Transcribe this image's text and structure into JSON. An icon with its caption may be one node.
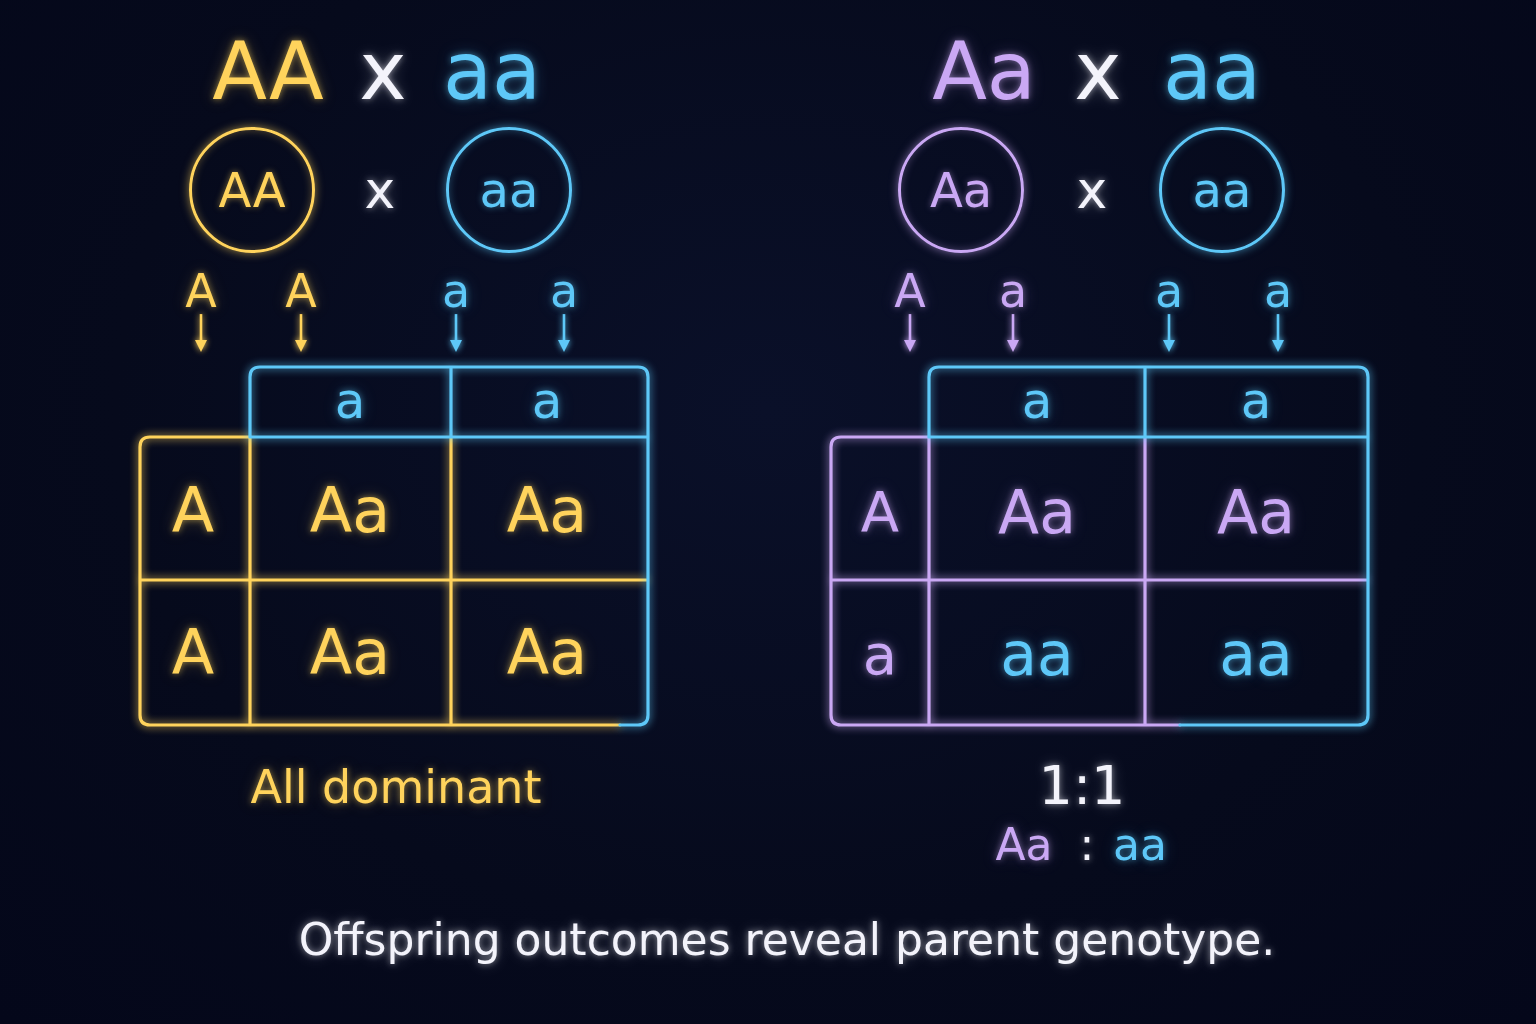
{
  "diagram": {
    "caption": "Offspring outcomes reveal parent genotype.",
    "nodes": [
      {
        "text": [
          "AA"
        ]
      },
      {
        "text": [
          "aa"
        ]
      },
      {
        "text": [
          "Aa"
        ]
      },
      {
        "text": [
          "aa"
        ]
      },
      {
        "text": [
          "A"
        ]
      },
      {
        "text": [
          "A"
        ]
      },
      {
        "text": [
          "a"
        ]
      },
      {
        "text": [
          "a"
        ]
      },
      {
        "text": [
          "A"
        ]
      },
      {
        "text": [
          "a"
        ]
      },
      {
        "text": [
          "a"
        ]
      },
      {
        "text": [
          "a"
        ]
      }
    ],
    "edges": [
      {
        "from": 4,
        "to": null,
        "arrow": "to",
        "color": "#ffd35c"
      },
      {
        "from": 5,
        "to": null,
        "arrow": "to",
        "color": "#ffd35c"
      },
      {
        "from": 6,
        "to": null,
        "arrow": "to"
      },
      {
        "from": 7,
        "to": null,
        "arrow": "to"
      },
      {
        "from": 8,
        "to": null,
        "arrow": "to",
        "color": "#caa8f4"
      },
      {
        "from": 9,
        "to": null,
        "arrow": "to",
        "color": "#caa8f4"
      },
      {
        "from": 10,
        "to": null,
        "arrow": "to"
      },
      {
        "from": 11,
        "to": null,
        "arrow": "to"
      }
    ],
    "labels": [
      "AA",
      "x",
      "aa",
      "Aa",
      "x",
      "aa",
      "x",
      "x",
      "a",
      "a",
      "A",
      "Aa",
      "Aa",
      "A",
      "Aa",
      "Aa",
      "a",
      "a",
      "A",
      "Aa",
      "Aa",
      "a",
      "aa",
      "aa",
      "All dominant",
      "1:1",
      "Aa",
      ":",
      "aa"
    ]
  }
}
